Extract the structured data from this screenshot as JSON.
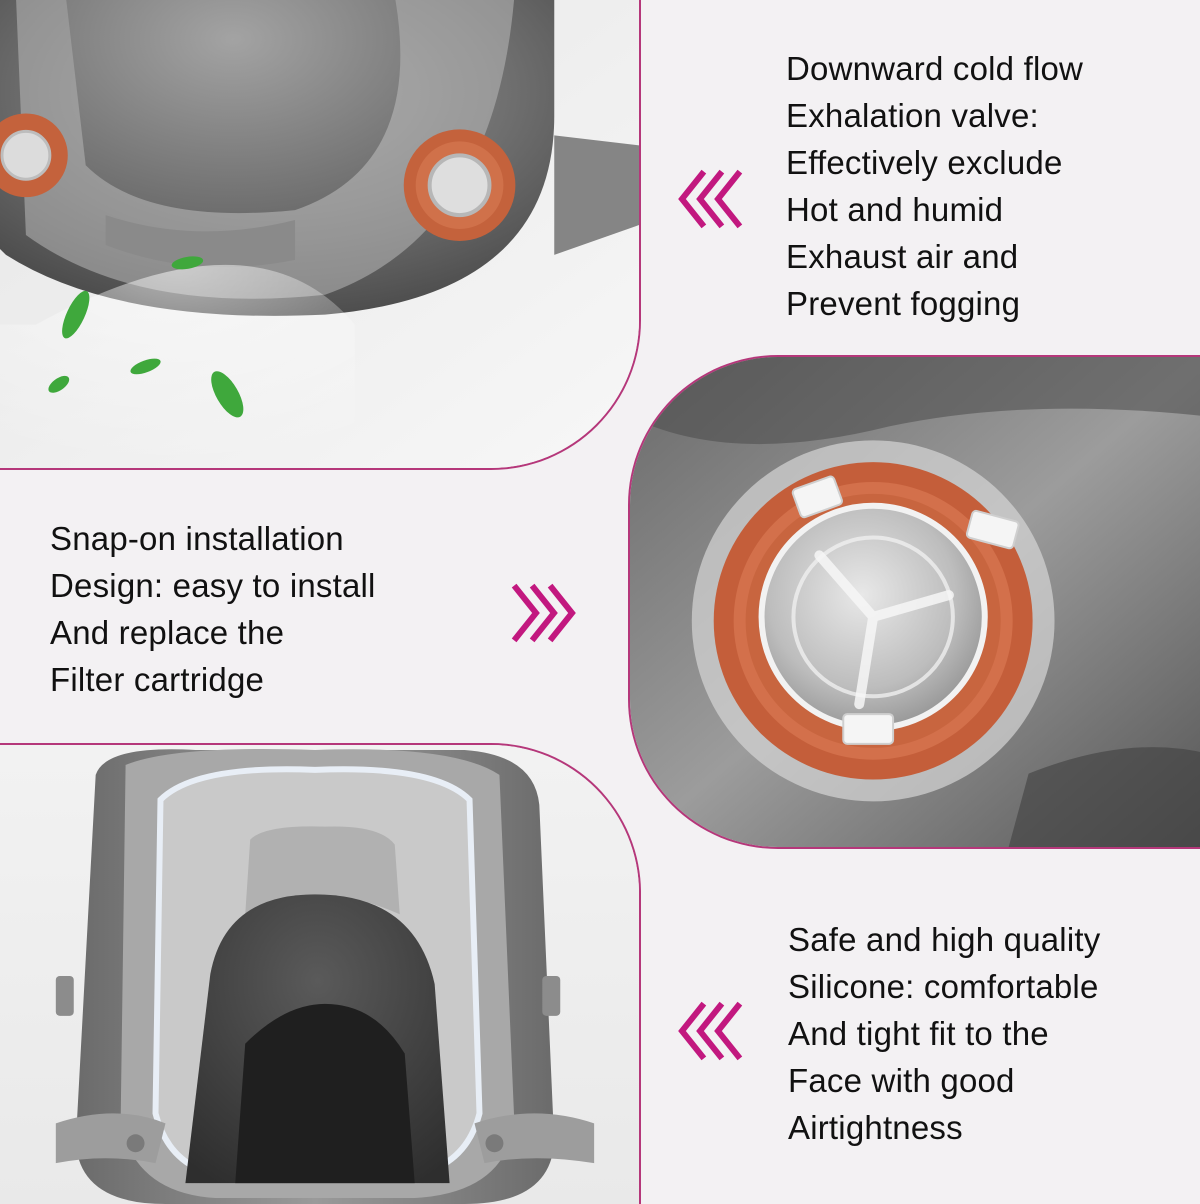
{
  "accent_color": "#c2187f",
  "features": [
    {
      "name": "exhalation-valve",
      "lines": [
        "Downward cold flow",
        "Exhalation valve:",
        "Effectively exclude",
        "Hot and humid",
        "Exhaust air and",
        "Prevent fogging"
      ],
      "arrow": "chevrons-left-icon"
    },
    {
      "name": "snap-on-installation",
      "lines": [
        "Snap-on installation",
        "Design: easy to install",
        "And replace the",
        "Filter cartridge"
      ],
      "arrow": "chevrons-right-icon"
    },
    {
      "name": "silicone-fit",
      "lines": [
        "Safe and high quality",
        "Silicone: comfortable",
        "And tight fit to the",
        "Face with good",
        "Airtightness"
      ],
      "arrow": "chevrons-left-icon"
    }
  ]
}
